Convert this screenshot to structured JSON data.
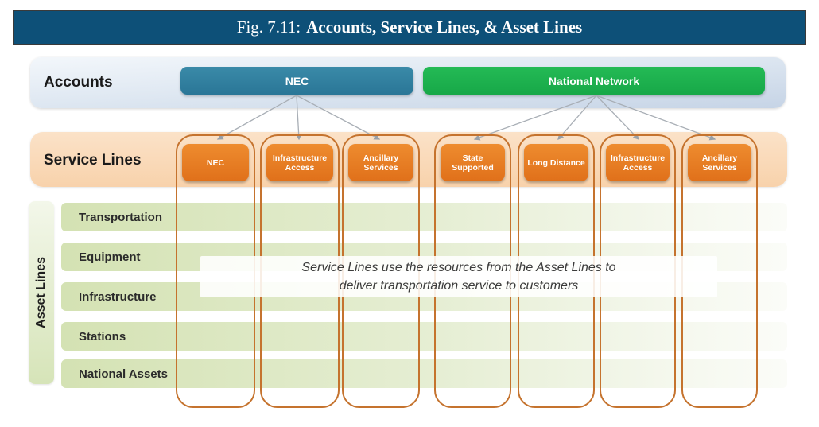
{
  "title": {
    "prefix": "Fig. 7.11:",
    "main": "Accounts, Service Lines, & Asset Lines"
  },
  "accounts": {
    "label": "Accounts",
    "items": [
      {
        "label": "NEC",
        "color": "#2f80a0"
      },
      {
        "label": "National Network",
        "color": "#1db454"
      }
    ]
  },
  "service_lines": {
    "label": "Service Lines",
    "items": [
      {
        "label": "NEC",
        "account": "NEC"
      },
      {
        "label": "Infrastructure Access",
        "account": "NEC"
      },
      {
        "label": "Ancillary Services",
        "account": "NEC"
      },
      {
        "label": "State Supported",
        "account": "National Network"
      },
      {
        "label": "Long Distance",
        "account": "National Network"
      },
      {
        "label": "Infrastructure Access",
        "account": "National Network"
      },
      {
        "label": "Ancillary Services",
        "account": "National Network"
      }
    ]
  },
  "asset_lines": {
    "label": "Asset Lines",
    "rows": [
      "Transportation",
      "Equipment",
      "Infrastructure",
      "Stations",
      "National Assets"
    ]
  },
  "caption": {
    "line1": "Service Lines use the resources from the Asset Lines to",
    "line2": "deliver transportation service to customers"
  },
  "colors": {
    "title_bar": "#0d5078",
    "nec_account_button": "#2f80a0",
    "national_network_button": "#1db454",
    "service_button": "#e4771d",
    "column_outline": "#c5732e",
    "service_band": "#f8d2ab",
    "accounts_band": "#d9e4f0",
    "asset_row": "#d4e2b3",
    "arrow": "#a3a9b0"
  }
}
